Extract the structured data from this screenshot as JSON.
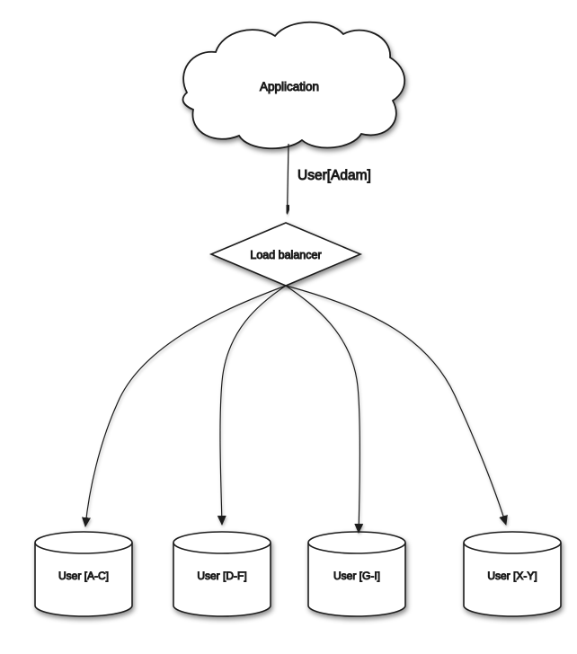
{
  "diagram": {
    "background_color": "#ffffff",
    "stroke_color": "#1c1c1c",
    "fill_color": "#ffffff",
    "text_color": "#111111",
    "nodes": {
      "application": {
        "type": "cloud",
        "label": "Application"
      },
      "load_balancer": {
        "type": "diamond",
        "label": "Load balancer"
      },
      "databases": [
        {
          "type": "cylinder",
          "label": "User [A-C]"
        },
        {
          "type": "cylinder",
          "label": "User [D-F]"
        },
        {
          "type": "cylinder",
          "label": "User [G-I]"
        },
        {
          "type": "cylinder",
          "label": "User [X-Y]"
        }
      ]
    },
    "edges": {
      "app_to_lb": {
        "label": "User[Adam]"
      },
      "lb_to_dbs_count": 4
    }
  }
}
